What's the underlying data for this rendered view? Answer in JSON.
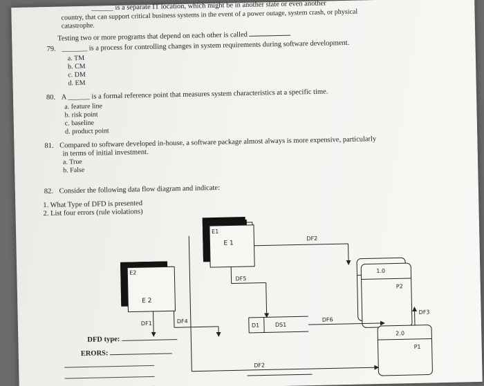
{
  "q78": {
    "tail": "______ is a separate IT location, which might be in another state or even another",
    "line2": "country, that can support critical business systems in the event of a power outage, system crash, or physical",
    "line3": "catastrophe."
  },
  "q79": {
    "text": "Testing two or more programs that depend on each other is called"
  },
  "q80": {
    "number": "79.",
    "text": "_______ is a process for controlling changes in system requirements during software development.",
    "options": [
      "a.  TM",
      "b.  CM",
      "c.  DM",
      "d.  EM"
    ]
  },
  "q81": {
    "number": "80.",
    "text": "A ______ is a formal reference point that measures system characteristics at a specific time.",
    "options": [
      "a.  feature line",
      "b.  risk point",
      "c.  baseline",
      "d.  product point"
    ]
  },
  "q82": {
    "number": "81.",
    "text": "Compared to software developed in-house, a software package almost always is more expensive, particularly",
    "line2": "in terms of initial investment.",
    "options": [
      "a.  True",
      "b.  False"
    ]
  },
  "q83": {
    "number": "82.",
    "text": "Consider the following data flow diagram and indicate:",
    "items": [
      "1.  What Type of DFD is presented",
      "2.  List four errors (rule violations)"
    ]
  },
  "dfd": {
    "e1_id": "E1",
    "e1_name": "E 1",
    "e2_id": "E2",
    "e2_name": "E 2",
    "p1_id": "1.0",
    "p1_name": "P2",
    "p2_id": "2.0",
    "p2_name": "P1",
    "store_id": "D1",
    "store_name": "DS1",
    "flows": {
      "df1": "DF1",
      "df2_top": "DF2",
      "df2_bottom": "DF2",
      "df3": "DF3",
      "df4": "DF4",
      "df5": "DF5",
      "df6": "DF6"
    }
  },
  "answers": {
    "dfd_type_label": "DFD type:",
    "errors_label": "ERORS:"
  }
}
